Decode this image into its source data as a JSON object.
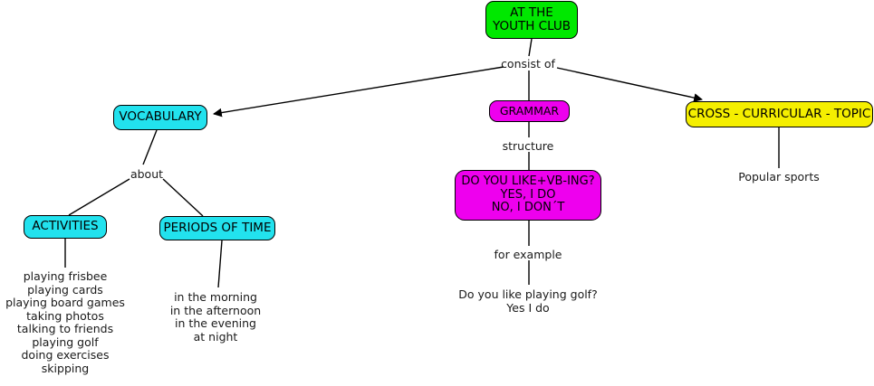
{
  "title": "At the Youth Club concept map",
  "colors": {
    "root": "#00e800",
    "vocabulary": "#22e2ee",
    "grammar": "#ee00ee",
    "cross_topic": "#f5ef00",
    "edge": "#000000",
    "text": "#000000"
  },
  "nodes": {
    "root": {
      "line1": "AT THE",
      "line2": "YOUTH CLUB"
    },
    "vocabulary": {
      "label": "VOCABULARY"
    },
    "grammar": {
      "label": "GRAMMAR"
    },
    "cross_topic": {
      "label": "CROSS - CURRICULAR - TOPIC"
    },
    "activities": {
      "label": "ACTIVITIES"
    },
    "periods": {
      "label": "PERIODS OF TIME"
    },
    "grammar_structure": {
      "line1": "DO YOU LIKE+VB-ING?",
      "line2": "YES, I DO",
      "line3": "NO, I DON´T"
    }
  },
  "edge_labels": {
    "consist_of": "consist of",
    "about": "about",
    "structure": "structure",
    "for_example": "for example"
  },
  "leaves": {
    "activities_list": [
      "playing frisbee",
      "playing cards",
      "playing board games",
      "taking photos",
      "talking to friends",
      "playing golf",
      "doing exercises",
      "skipping"
    ],
    "periods_list": [
      "in the morning",
      "in the afternoon",
      "in the evening",
      "at night"
    ],
    "cross_topic_leaf": "Popular sports",
    "grammar_example": [
      "Do you like playing golf?",
      "Yes I do"
    ]
  }
}
